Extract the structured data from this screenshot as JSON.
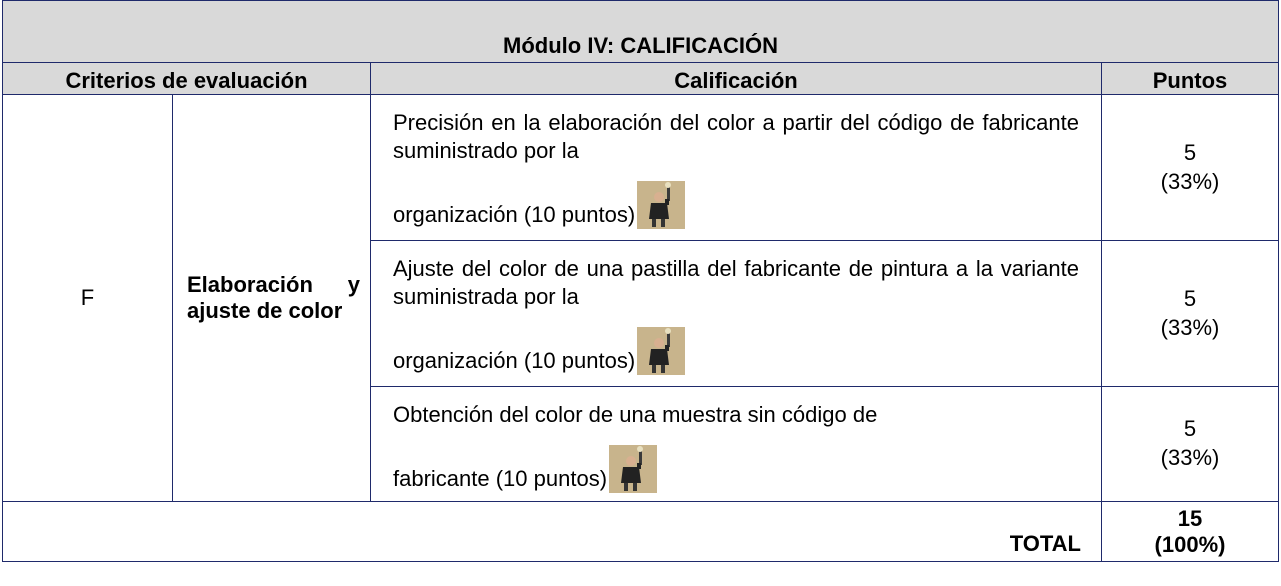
{
  "title": "Módulo IV: CALIFICACIÓN",
  "headers": {
    "criteria": "Criterios de evaluación",
    "grading": "Calificación",
    "points": "Puntos"
  },
  "criterion": {
    "letter": "F",
    "name": "Elaboración y ajuste de color"
  },
  "rows": [
    {
      "text": "Precisión en la elaboración del color a partir del código de fabricante suministrado por la",
      "tail": "organización (10 puntos)",
      "points": "5",
      "percent": "(33%)"
    },
    {
      "text": "Ajuste del color de una pastilla del fabricante de pintura a la variante suministrada por la",
      "tail": "organización (10 puntos)",
      "points": "5",
      "percent": "(33%)"
    },
    {
      "text": "Obtención del color de una muestra sin código de",
      "tail": "fabricante (10 puntos)",
      "points": "5",
      "percent": "(33%)"
    }
  ],
  "total": {
    "label": "TOTAL",
    "points": "15",
    "percent": "(100%)"
  },
  "colors": {
    "header_bg": "#d9d9d9",
    "border": "#1f2a6b",
    "figure_bg": "#c8b48c"
  },
  "icons": {
    "inline_figure": "person-raising-arm-figure"
  }
}
